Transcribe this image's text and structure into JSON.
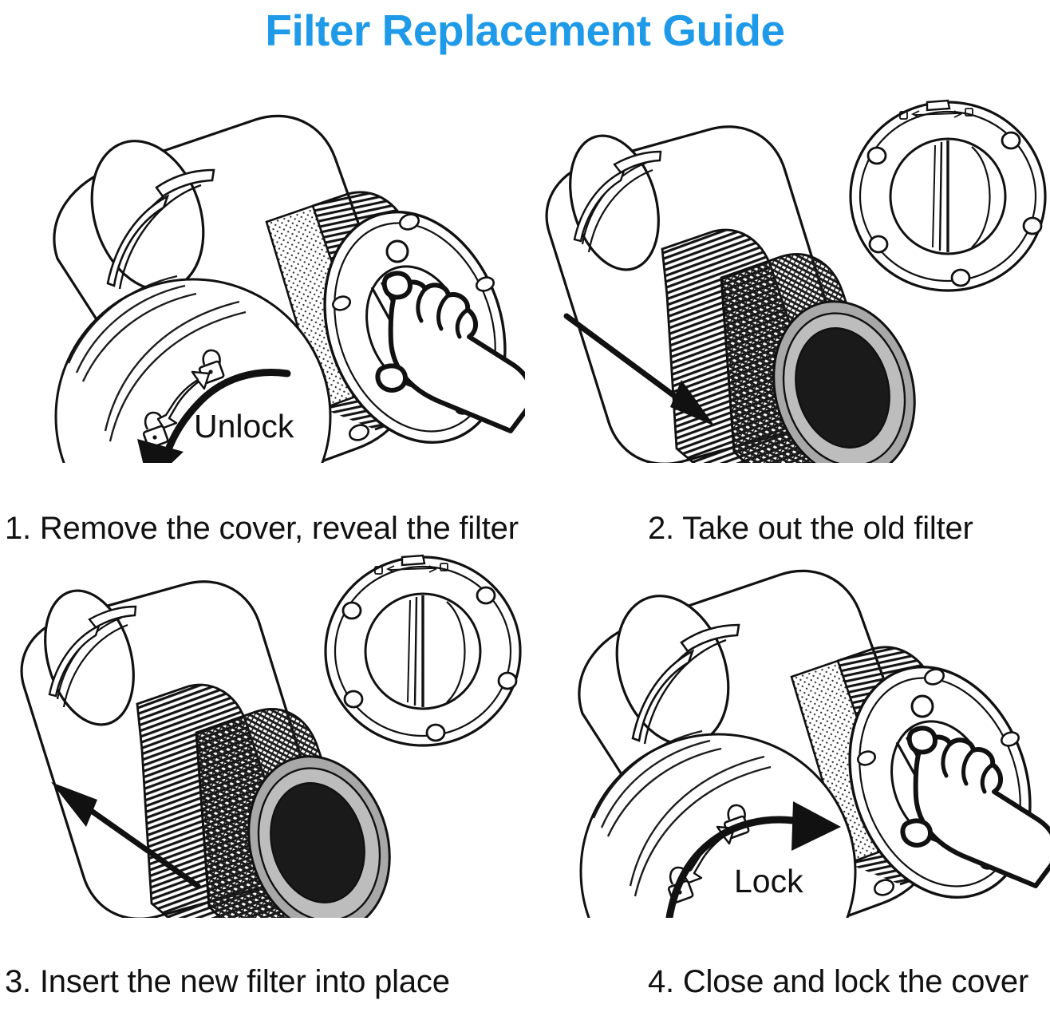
{
  "document": {
    "kind": "instructional-diagram",
    "title": "Filter Replacement Guide",
    "title_color": "#1f9ae8",
    "background_color": "#ffffff",
    "line_color": "#111111"
  },
  "steps": [
    {
      "number": "1",
      "caption": "1. Remove the cover, reveal the filter",
      "callout_label": "Unlock",
      "callout_direction": "counter-clockwise",
      "icons": [
        "padlock-closed-icon",
        "padlock-open-icon",
        "double-arrow-icon",
        "curved-arrow-icon",
        "hand-icon"
      ],
      "shows_hand": true,
      "shows_detached_cover": false,
      "shows_filter": false
    },
    {
      "number": "2",
      "caption": "2. Take out the old filter",
      "callout_label": "",
      "arrow_direction": "down-right",
      "icons": [
        "straight-arrow-icon",
        "cover-disc-icon",
        "filter-cartridge-icon"
      ],
      "shows_hand": false,
      "shows_detached_cover": true,
      "shows_filter": true
    },
    {
      "number": "3",
      "caption": "3. Insert the new filter into place",
      "callout_label": "",
      "arrow_direction": "up-left",
      "icons": [
        "straight-arrow-icon",
        "cover-disc-icon",
        "filter-cartridge-icon"
      ],
      "shows_hand": false,
      "shows_detached_cover": true,
      "shows_filter": true
    },
    {
      "number": "4",
      "caption": "4. Close and lock the cover",
      "callout_label": "Lock",
      "callout_direction": "clockwise",
      "icons": [
        "padlock-closed-icon",
        "padlock-open-icon",
        "double-arrow-icon",
        "curved-arrow-icon",
        "hand-icon"
      ],
      "shows_hand": true,
      "shows_detached_cover": false,
      "shows_filter": false
    }
  ],
  "colors": {
    "title_blue": "#1f9ae8",
    "outline": "#111111",
    "filter_dark": "#20201f",
    "gasket_gray": "#a8a8a8",
    "core_black": "#1a1a1a",
    "paper_white": "#ffffff"
  }
}
